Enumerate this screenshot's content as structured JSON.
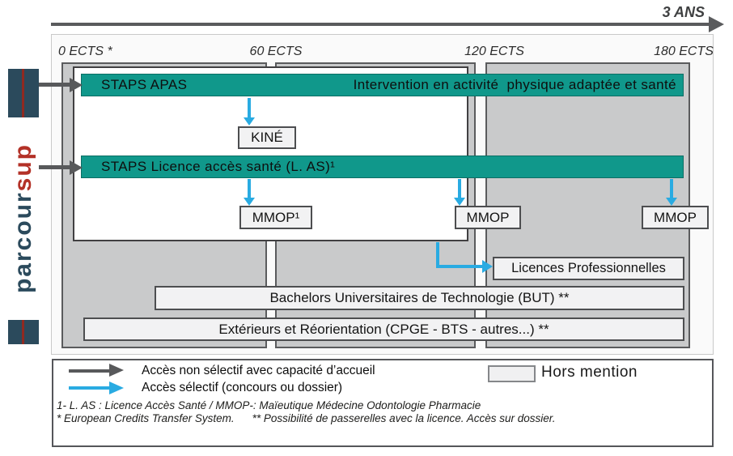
{
  "header": {
    "duration": "3 ANS"
  },
  "timeline": {
    "ects_0": "0 ECTS *",
    "ects_60": "60 ECTS",
    "ects_120": "120 ECTS",
    "ects_180": "180 ECTS"
  },
  "logo": {
    "main": "parcour",
    "accent": "sup"
  },
  "bars": {
    "apas": {
      "title": "STAPS APAS",
      "desc": "Intervention en activité  physique adaptée et santé"
    },
    "las": {
      "title": "STAPS Licence accès santé (L. AS)¹"
    }
  },
  "boxes": {
    "kine": "KINÉ",
    "mmop_sup": "MMOP¹",
    "mmop": "MMOP",
    "licences_pro": "Licences Professionnelles",
    "but": "Bachelors Universitaires de Technologie (BUT) **",
    "exterieurs": "Extérieurs et Réorientation (CPGE - BTS - autres...) **"
  },
  "legend": {
    "non_selectif": "Accès non sélectif avec capacité d’accueil",
    "selectif": "Accès sélectif (concours ou dossier)",
    "hors_mention": "Hors mention",
    "footnote_1": "1- L. AS : Licence Accès Santé / MMOP-: Maïeutique Médecine Odontologie Pharmacie",
    "footnote_2a": "* European Credits Transfer System.",
    "footnote_2b": "** Possibilité de passerelles avec la licence. Accès sur dossier."
  },
  "colors": {
    "teal": "#10988b",
    "blue": "#29abe2",
    "gray": "#58595b",
    "panel": "#c9cacb",
    "navy": "#2b4a5c",
    "red": "#b33127"
  }
}
